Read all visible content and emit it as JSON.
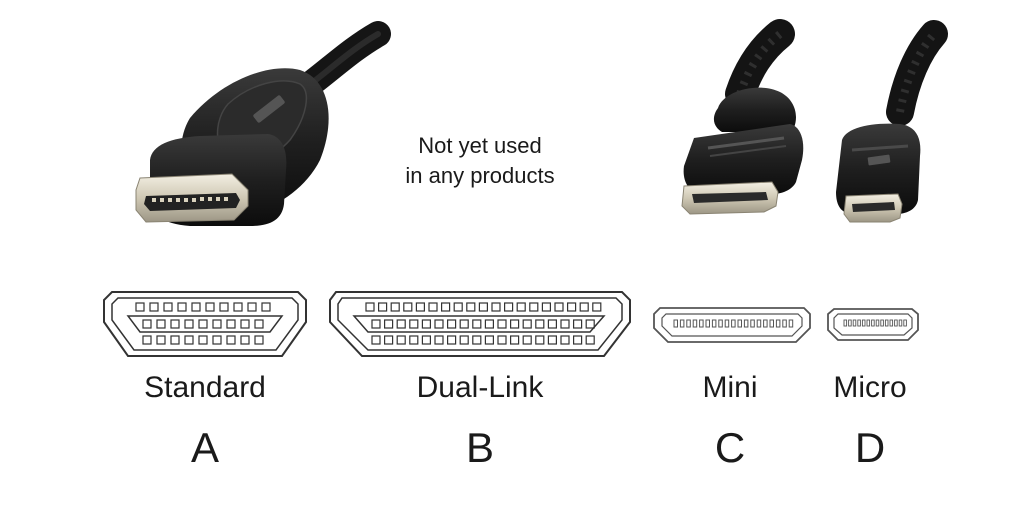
{
  "note": {
    "line1": "Not yet used",
    "line2": "in any products"
  },
  "connectors": [
    {
      "id": "standard",
      "type_label": "Standard",
      "letter": "A",
      "photo": "cable"
    },
    {
      "id": "dual-link",
      "type_label": "Dual-Link",
      "letter": "B",
      "photo": "none"
    },
    {
      "id": "mini",
      "type_label": "Mini",
      "letter": "C",
      "photo": "cable"
    },
    {
      "id": "micro",
      "type_label": "Micro",
      "letter": "D",
      "photo": "cable"
    }
  ],
  "colors": {
    "cable": "#161616",
    "plug_body": "#1e1e1e",
    "metal": "#d7d2c2",
    "outline": "#333333",
    "text": "#1a1a1a"
  }
}
